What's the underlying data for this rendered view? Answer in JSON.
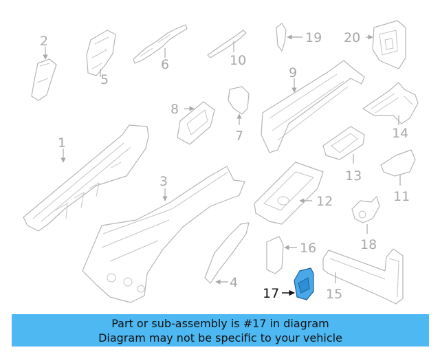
{
  "callouts": [
    "1",
    "2",
    "3",
    "4",
    "5",
    "6",
    "7",
    "8",
    "9",
    "10",
    "11",
    "12",
    "13",
    "14",
    "15",
    "16",
    "17",
    "18",
    "19",
    "20"
  ],
  "highlighted_part": "17",
  "highlight_color": "#4aa8e8",
  "banner": {
    "line1": "Part or sub-assembly is #17 in diagram",
    "line2": "Diagram may not be specific to your vehicle",
    "background": "#4db8f2"
  }
}
